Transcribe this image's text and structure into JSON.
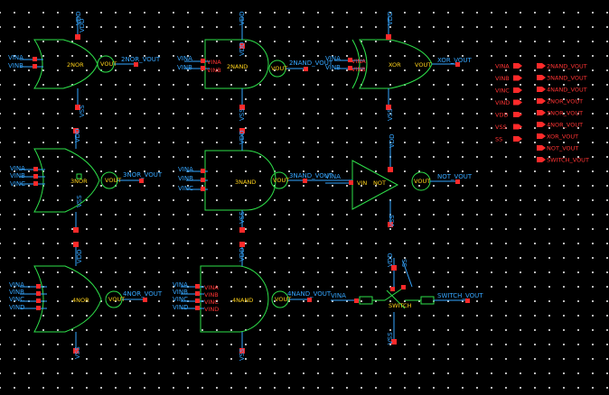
{
  "colors": {
    "background": "#000000",
    "gate": "#2ee04a",
    "wire": "#35a6ff",
    "pin": "#ff2a2a",
    "label": "#ffd21a"
  },
  "labels": {
    "vdd": "VDD",
    "vss": "VSS",
    "vout": "VOUT",
    "vina": "VINA",
    "vinb": "VINB",
    "vinc": "VINC",
    "vind": "VIND",
    "vin": "VIN",
    "g2nor": "2NOR",
    "g3nor": "3NOR",
    "g4nor": "4NOR",
    "g2nand": "2NAND",
    "g3nand": "3NAND",
    "g4nand": "4NAND",
    "xor": "XOR",
    "not": "NOT",
    "switch": "SWITCH",
    "o2nor": "2NOR_VOUT",
    "o3nor": "3NOR_VOUT",
    "o4nor": "4NOR_VOUT",
    "o2nand": "2NAND_VOUT",
    "o3nand": "3NAND_VOUT",
    "o4nand": "4NAND_VOUT",
    "oxor": "XOR_VOUT",
    "onot": "NOT_VOUT",
    "oswitch": "SWITCH_VOUT",
    "ss": "SS"
  },
  "legend_inputs": [
    "VINA",
    "VINB",
    "VINC",
    "VIND",
    "VDD",
    "VSS",
    "SS"
  ],
  "legend_outputs": [
    "2NAND_VOUT",
    "3NAND_VOUT",
    "4NAND_VOUT",
    "2NOR_VOUT",
    "3NOR_VOUT",
    "4NOR_VOUT",
    "XOR_VOUT",
    "NOT_VOUT",
    "SWITCH_VOUT"
  ]
}
